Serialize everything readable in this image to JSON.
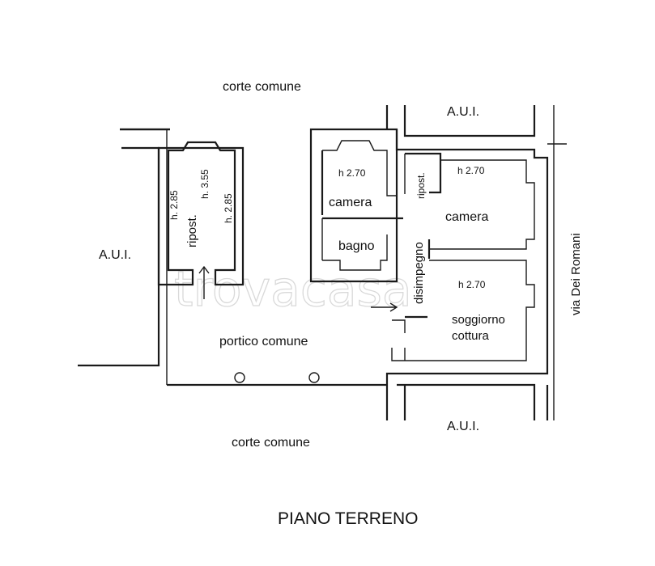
{
  "title": "PIANO TERRENO",
  "watermark": "trovacasa",
  "areas": {
    "corte_top": "corte comune",
    "corte_bottom": "corte comune",
    "portico": "portico comune",
    "aui_left": "A.U.I.",
    "aui_top": "A.U.I.",
    "aui_bottom": "A.U.I.",
    "street": "via Dei Romani"
  },
  "rooms": {
    "storage_left": {
      "name": "ripost.",
      "h_left": "h. 2.85",
      "h_center": "h. 3.55",
      "h_right": "h. 2.85"
    },
    "camera_left": {
      "name": "camera",
      "height": "h 2.70"
    },
    "bagno": {
      "name": "bagno"
    },
    "ripost_small": {
      "name": "ripost."
    },
    "camera_right": {
      "name": "camera",
      "height": "h 2.70"
    },
    "disimpegno": {
      "name": "disimpegno"
    },
    "soggiorno": {
      "name_line1": "soggiorno",
      "name_line2": "cottura",
      "height": "h 2.70"
    }
  }
}
